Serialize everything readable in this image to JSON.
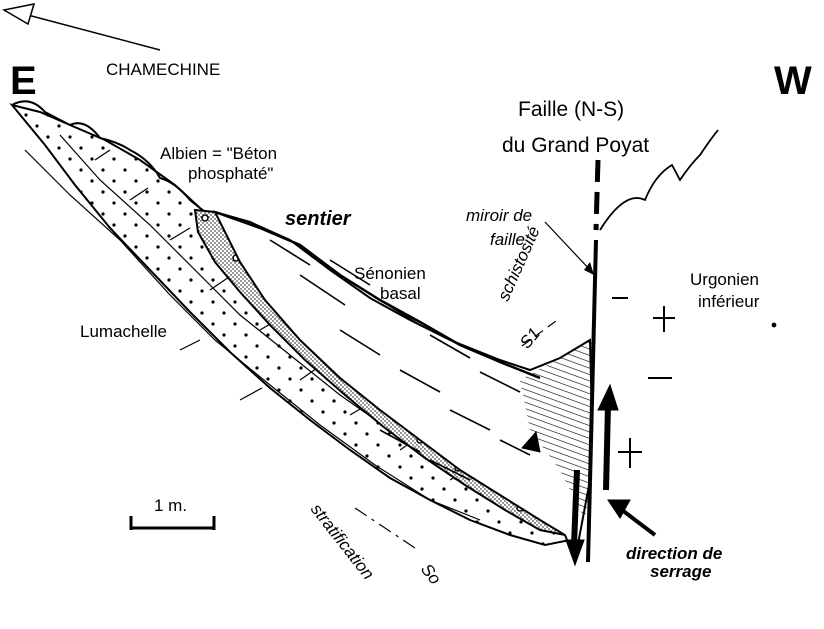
{
  "orientation": {
    "east": "E",
    "west": "W",
    "arrow_label": "CHAMECHINE"
  },
  "fault": {
    "line1": "Faille (N-S)",
    "line2": "du Grand Poyat"
  },
  "labels": {
    "albien_1": "Albien = \"Béton",
    "albien_2": "phosphaté\"",
    "sentier": "sentier",
    "miroir_1": "miroir  de",
    "miroir_2": "faille",
    "senonien_1": "Sénonien",
    "senonien_2": "basal",
    "urgonien_1": "Urgonien",
    "urgonien_2": "inférieur",
    "schistosite_1": "schistosité",
    "schistosite_2": "S1",
    "lumachelle": "Lumachelle",
    "stratification_1": "stratification",
    "stratification_2": "So",
    "serrage_1": "direction de",
    "serrage_2": "serrage",
    "scale": "1 m."
  },
  "colors": {
    "ink": "#000000",
    "paper": "#ffffff"
  }
}
